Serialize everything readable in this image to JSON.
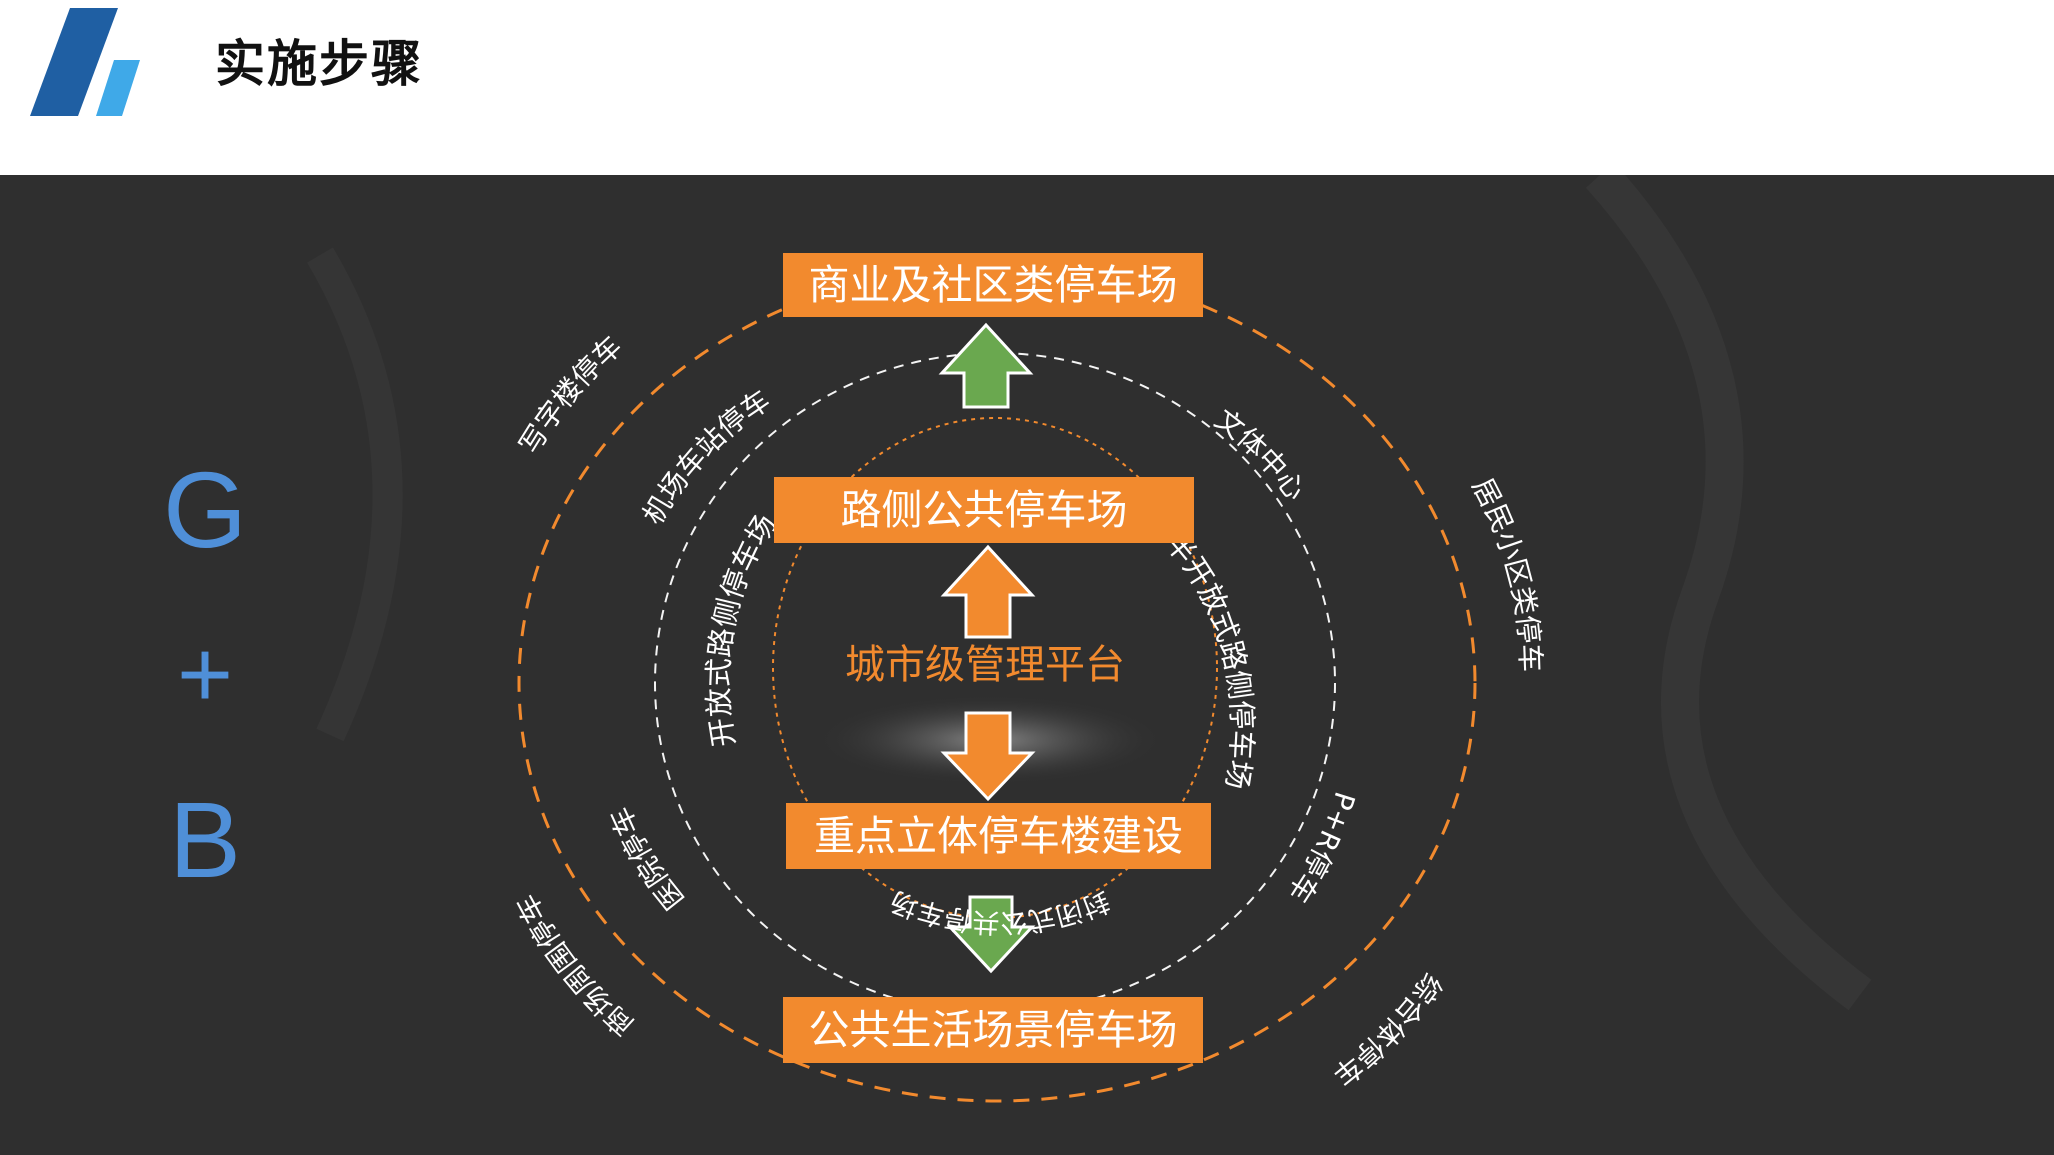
{
  "header": {
    "title": "实施步骤"
  },
  "side_letters": {
    "g": "G",
    "plus": "+",
    "b": "B"
  },
  "diagram": {
    "center": "城市级管理平台",
    "boxes": {
      "top": "商业及社区类停车场",
      "middle": "路侧公共停车场",
      "lower": "重点立体停车楼建设",
      "bottom": "公共生活场景停车场"
    },
    "inner_ring": {
      "open_roadside": "开放式路侧停车场",
      "semi_open_roadside": "半开放式路侧停车场",
      "closed": "封闭式公共停车场"
    },
    "middle_ring": {
      "airport_station": "机场车站停车",
      "culture_sports": "文体中心",
      "hospital": "医院停车",
      "park_and_ride": "P+R停车"
    },
    "outer_ring": {
      "office": "写字楼停车",
      "residential": "居民小区类停车",
      "shopping_mall": "商场周围停车",
      "complex": "综合体停车"
    }
  },
  "colors": {
    "header_bg": "#ffffff",
    "panel_bg": "#2f2f2f",
    "accent_orange": "#f28a2e",
    "accent_blue": "#4f8fd8",
    "logo_dark_blue": "#1f5fa3",
    "logo_light_blue": "#3fa9e8",
    "arrow_green": "#6aa84f",
    "ring_label": "#ffffff"
  },
  "icons": {
    "logo": "double-slash-logo",
    "arrow_up_top": "up-arrow-icon",
    "arrow_up_mid": "up-arrow-icon",
    "arrow_down_lower": "down-arrow-icon",
    "arrow_down_bottom": "down-arrow-icon"
  }
}
